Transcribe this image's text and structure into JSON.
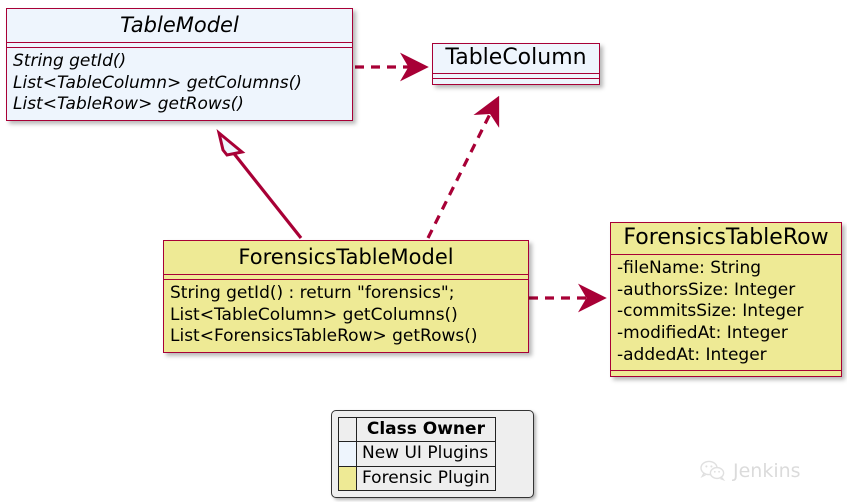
{
  "diagram": {
    "type": "uml-class-diagram",
    "background": "#ffffff",
    "colors": {
      "border": "#a80036",
      "new_ui_fill": "#eef5fd",
      "forensic_fill": "#eeea95",
      "legend_fill": "#eeeeee",
      "text": "#000000"
    },
    "classes": [
      {
        "id": "table-model",
        "name": "TableModel",
        "abstract": true,
        "fill": "#eef5fd",
        "owner": "New UI Plugins",
        "attributes": [],
        "methods": [
          "String getId()",
          "List<TableColumn> getColumns()",
          "List<TableRow> getRows()"
        ]
      },
      {
        "id": "table-column",
        "name": "TableColumn",
        "abstract": false,
        "fill": "#eef5fd",
        "owner": "New UI Plugins",
        "attributes": [],
        "methods": []
      },
      {
        "id": "forensics-table-model",
        "name": "ForensicsTableModel",
        "abstract": false,
        "fill": "#eeea95",
        "owner": "Forensic Plugin",
        "attributes": [],
        "methods": [
          "String getId() : return \"forensics\";",
          "List<TableColumn> getColumns()",
          "List<ForensicsTableRow> getRows()"
        ]
      },
      {
        "id": "forensics-table-row",
        "name": "ForensicsTableRow",
        "abstract": false,
        "fill": "#eeea95",
        "owner": "Forensic Plugin",
        "attributes": [
          "-fileName: String",
          "-authorsSize: Integer",
          "-commitsSize: Integer",
          "-modifiedAt: Integer",
          "-addedAt: Integer"
        ],
        "methods": []
      }
    ],
    "relationships": [
      {
        "from": "table-model",
        "to": "table-column",
        "kind": "dependency",
        "style": "dashed",
        "arrow": "open"
      },
      {
        "from": "forensics-table-model",
        "to": "table-model",
        "kind": "generalization",
        "style": "solid",
        "arrow": "hollow-triangle"
      },
      {
        "from": "forensics-table-model",
        "to": "table-column",
        "kind": "dependency",
        "style": "dashed",
        "arrow": "open"
      },
      {
        "from": "forensics-table-model",
        "to": "forensics-table-row",
        "kind": "dependency",
        "style": "dashed",
        "arrow": "open"
      }
    ]
  },
  "legend": {
    "header": "Class Owner",
    "rows": [
      {
        "label": "New UI Plugins",
        "color": "#eef5fd"
      },
      {
        "label": "Forensic Plugin",
        "color": "#eeea95"
      }
    ]
  },
  "watermark": {
    "text": "Jenkins",
    "icon": "wechat-logo-icon"
  }
}
